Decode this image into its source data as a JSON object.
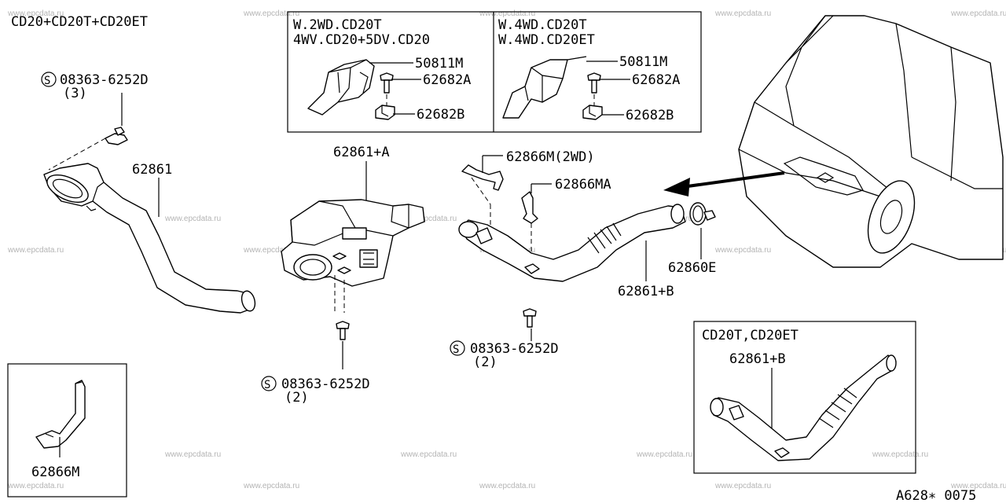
{
  "watermark": "www.epcdata.ru",
  "title": "CD20+CD20T+CD20ET",
  "ref_code": "A628∗ 0075",
  "top_box": {
    "left_title_1": "W.2WD.CD20T",
    "left_title_2": "4WV.CD20+5DV.CD20",
    "right_title_1": "W.4WD.CD20T",
    "right_title_2": "W.4WD.CD20ET",
    "left_labels": [
      "50811M",
      "62682A",
      "62682B"
    ],
    "right_labels": [
      "50811M",
      "62682A",
      "62682B"
    ]
  },
  "labels": {
    "bolt_top": "08363-6252D",
    "bolt_top_qty": "(3)",
    "duct_62861": "62861",
    "box_62861A": "62861+A",
    "bracket_2wd": "62866M(2WD)",
    "bracket_ma": "62866MA",
    "clamp": "62860E",
    "duct_b": "62861+B",
    "bolt_mid": "08363-6252D",
    "bolt_mid_qty": "(2)",
    "bolt_low": "08363-6252D",
    "bolt_low_qty": "(2)",
    "bracket_m": "62866M"
  },
  "inset_br": {
    "title": "CD20T,CD20ET",
    "label": "62861+B"
  }
}
